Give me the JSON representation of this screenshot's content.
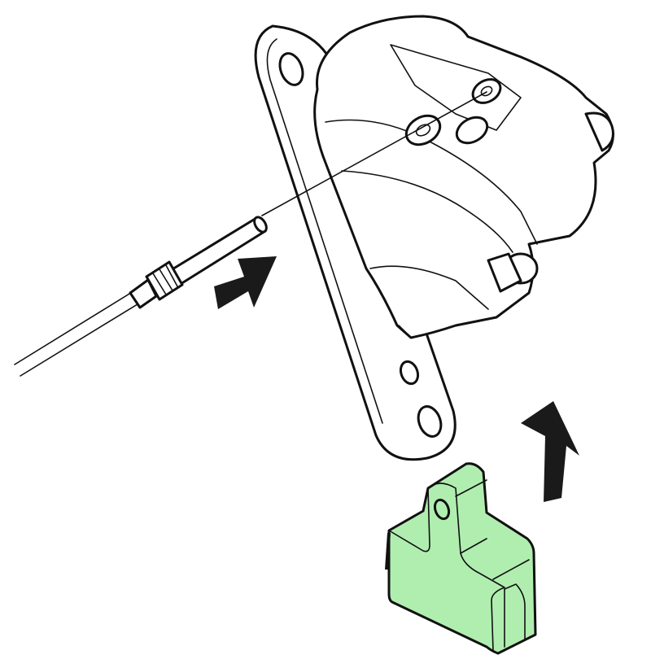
{
  "illustration": {
    "parts": [
      "caliper-mount-bracket",
      "brake-caliper",
      "bleed-tool",
      "pad-spacer-block",
      "insert-arrow",
      "up-arrow"
    ],
    "colors": {
      "outline": "#111111",
      "background": "#ffffff",
      "spacer_fill": "#b0eeb0",
      "arrow_fill": "#1a1a1a"
    }
  }
}
